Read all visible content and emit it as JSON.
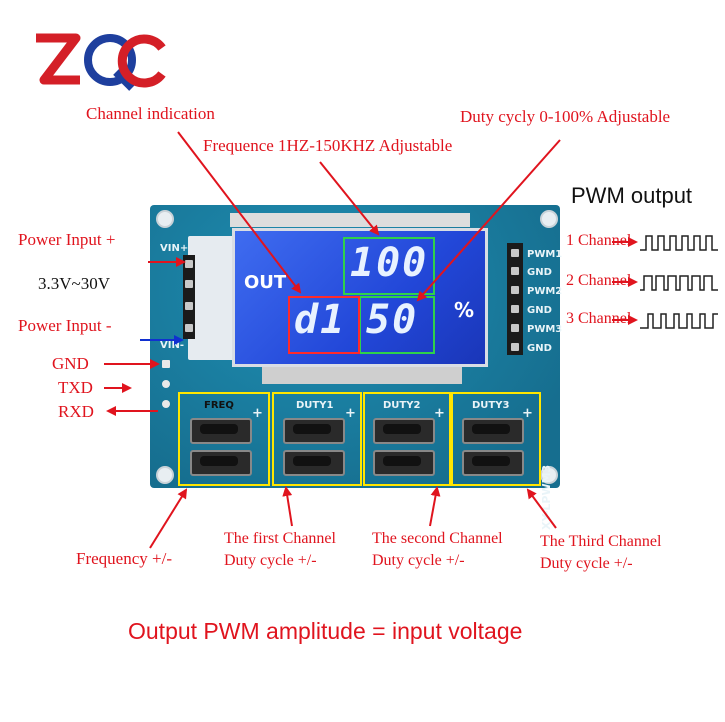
{
  "logo_text": "ZQC",
  "labels": {
    "channel_indication": "Channel indication",
    "duty_cycle_adjustable": "Duty cycly 0-100% Adjustable",
    "frequence_adjustable": "Frequence 1HZ-150KHZ Adjustable",
    "pwm_output": "PWM output",
    "power_input_plus": "Power Input +",
    "voltage_range": "3.3V~30V",
    "power_input_minus": "Power Input -",
    "gnd": "GND",
    "txd": "TXD",
    "rxd": "RXD",
    "channel_1": "1 Channel",
    "channel_2": "2 Channel",
    "channel_3": "3 Channel",
    "frequency_btn": "Frequency +/-",
    "first_channel_l1": "The first Channel",
    "first_channel_l2": "Duty cycle +/-",
    "second_channel_l1": "The second Channel",
    "second_channel_l2": "Duty cycle +/-",
    "third_channel_l1": "The Third Channel",
    "third_channel_l2": "Duty cycle +/-",
    "footer": "Output PWM amplitude = input voltage"
  },
  "lcd": {
    "out_label": "OUT",
    "top_value": "100",
    "channel_value": "d1",
    "bottom_value": "50",
    "percent": "%"
  },
  "silkscreen": {
    "vin_plus": "VIN+",
    "vin_minus": "VIN-",
    "pwm1": "PWM1",
    "gnd_a": "GND",
    "pwm2": "PWM2",
    "gnd_b": "GND",
    "pwm3": "PWM3",
    "gnd_c": "GND",
    "freq": "FREQ",
    "duty1": "DUTY1",
    "duty2": "DUTY2",
    "duty3": "DUTY3",
    "model": "XY-LPWM3",
    "plus": "+",
    "minus": "-"
  },
  "colors": {
    "annotation_red": "#e0141e",
    "pcb_blue": "#177a9c",
    "lcd_blue": "#2247d8",
    "highlight_green": "#2fd14a",
    "highlight_yellow": "#ffe600"
  }
}
